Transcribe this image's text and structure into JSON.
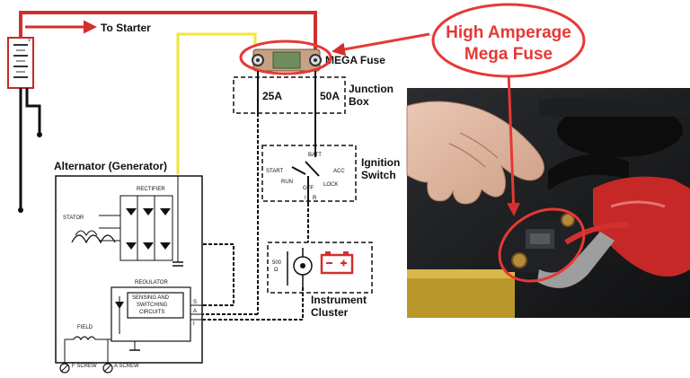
{
  "diagram": {
    "labels": {
      "to_starter": "To Starter",
      "mega_fuse": "MEGA Fuse",
      "junction_box_line1": "Junction",
      "junction_box_line2": "Box",
      "fuse_25a": "25A",
      "fuse_50a": "50A",
      "ignition_line1": "Ignition",
      "ignition_line2": "Switch",
      "batt": "BATT",
      "start": "START",
      "run": "RUN",
      "off": "OFF",
      "acc": "ACC",
      "lock": "LOCK",
      "alternator": "Alternator (Generator)",
      "rectifier": "RECTIFIER",
      "stator": "STATOR",
      "regulator": "REGULATOR",
      "sensing_line1": "SENSING AND",
      "sensing_line2": "SWITCHING",
      "sensing_line3": "CIRCUITS",
      "field": "FIELD",
      "f_screw": "F SCREW",
      "a_screw": "A SCREW",
      "instrument_line1": "Instrument",
      "instrument_line2": "Cluster",
      "resistor_line1": "500",
      "resistor_line2": "Ω",
      "terminal_s": "S",
      "terminal_a": "A",
      "terminal_i": "I",
      "ign_i": "I",
      "ign_r": "R"
    },
    "callout": {
      "line1": "High Amperage",
      "line2": "Mega Fuse"
    },
    "colors": {
      "battery_wire": "#d32f2f",
      "field_wire": "#f2e53a",
      "callout": "#e53935"
    }
  }
}
